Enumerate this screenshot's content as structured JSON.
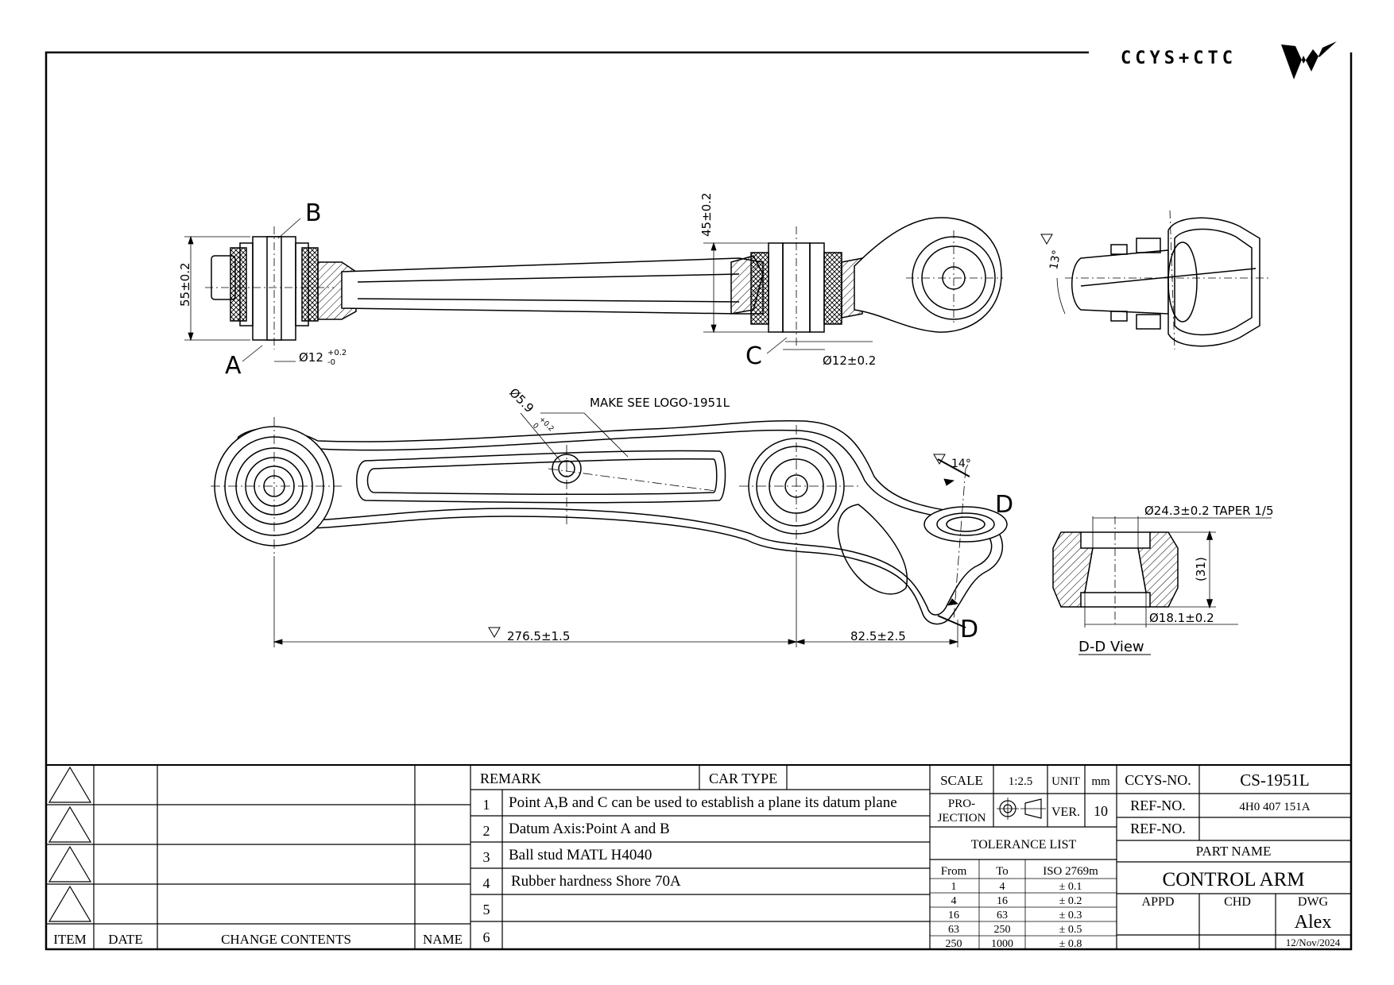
{
  "logo": {
    "text": "CCYS+CTC"
  },
  "callouts": {
    "A": "A",
    "B": "B",
    "C": "C",
    "D_upper": "D",
    "D_lower": "D"
  },
  "dimensions": {
    "height_55": "55±0.2",
    "bore_a": "Ø12",
    "bore_a_tol_upper": "+0.2",
    "bore_a_tol_lower": "-0",
    "height_45": "45±0.2",
    "bore_c": "Ø12±0.2",
    "angle_13": "13°",
    "angle_14": "14°",
    "hole_59": "Ø5.9",
    "hole_59_tol_upper": "+0.2",
    "hole_59_tol_lower": "0",
    "make_logo": "MAKE SEE LOGO-1951L",
    "length_276": "276.5±1.5",
    "length_82": "82.5±2.5",
    "taper": "Ø24.3±0.2 TAPER 1/5",
    "height_31": "(31)",
    "bore_181": "Ø18.1±0.2",
    "section_view": "D-D View"
  },
  "revision_block": {
    "headers": {
      "item": "ITEM",
      "date": "DATE",
      "change": "CHANGE CONTENTS",
      "name": "NAME"
    }
  },
  "remarks": {
    "title": "REMARK",
    "car_type_label": "CAR TYPE",
    "car_type_value": "",
    "rows": [
      {
        "num": "1",
        "text": "Point A,B and C can be used to establish a plane its datum plane"
      },
      {
        "num": "2",
        "text": "Datum Axis:Point A and B"
      },
      {
        "num": "3",
        "text": "Ball stud MATL H4040"
      },
      {
        "num": "4",
        "text": "Rubber hardness Shore 70A"
      },
      {
        "num": "5",
        "text": ""
      },
      {
        "num": "6",
        "text": ""
      }
    ]
  },
  "spec": {
    "scale_label": "SCALE",
    "scale_value": "1:2.5",
    "unit_label": "UNIT",
    "unit_value": "mm",
    "projection_label_1": "PRO-",
    "projection_label_2": "JECTION",
    "ver_label": "VER.",
    "ver_value": "10",
    "tolerance_title": "TOLERANCE LIST",
    "tol_headers": {
      "from": "From",
      "to": "To",
      "iso": "ISO 2769m"
    },
    "tol_rows": [
      {
        "from": "1",
        "to": "4",
        "tol": "± 0.1"
      },
      {
        "from": "4",
        "to": "16",
        "tol": "± 0.2"
      },
      {
        "from": "16",
        "to": "63",
        "tol": "± 0.3"
      },
      {
        "from": "63",
        "to": "250",
        "tol": "± 0.5"
      },
      {
        "from": "250",
        "to": "1000",
        "tol": "± 0.8"
      }
    ]
  },
  "title_block": {
    "ccys_no_label": "CCYS-NO.",
    "ccys_no": "CS-1951L",
    "ref_no_label_1": "REF-NO.",
    "ref_no_1": "4H0 407 151A",
    "ref_no_label_2": "REF-NO.",
    "ref_no_2": "",
    "part_name_label": "PART NAME",
    "part_name": "CONTROL ARM",
    "appd": "APPD",
    "chd": "CHD",
    "dwg": "DWG",
    "drawn_by": "Alex",
    "date": "12/Nov/2024"
  }
}
